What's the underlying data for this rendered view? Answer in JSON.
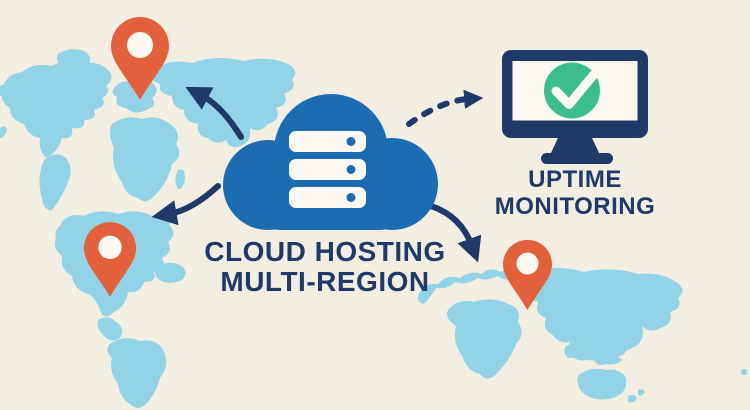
{
  "title": "Cloud Hosting Multi-Region infographic",
  "colors": {
    "bg": "#F3EEE2",
    "map": "#92D3E8",
    "cloud": "#1C6CB2",
    "navy": "#1F3969",
    "orange": "#E2613C",
    "green": "#3CBD8D",
    "white": "#FBF9F2"
  },
  "cloud": {
    "icon": "cloud-server-icon",
    "line1": "CLOUD HOSTING",
    "line2": "MULTI-REGION",
    "server_slots": 3
  },
  "monitor": {
    "icon": "monitor-icon",
    "status_icon": "check-circle-icon",
    "line1": "UPTIME",
    "line2": "MONITORING"
  },
  "pins": [
    {
      "id": "pin-north",
      "icon": "location-pin-icon",
      "area": "top-left map"
    },
    {
      "id": "pin-west",
      "icon": "location-pin-icon",
      "area": "bottom-left map (Americas)"
    },
    {
      "id": "pin-east",
      "icon": "location-pin-icon",
      "area": "bottom-right map (Eurasia)"
    }
  ],
  "arrows": [
    {
      "id": "arrow-to-north-pin",
      "from": "cloud",
      "to": "pin-north",
      "style": "solid"
    },
    {
      "id": "arrow-to-west-pin",
      "from": "cloud",
      "to": "pin-west",
      "style": "solid"
    },
    {
      "id": "arrow-to-east-pin",
      "from": "cloud",
      "to": "pin-east",
      "style": "solid"
    },
    {
      "id": "arrow-to-monitor",
      "from": "cloud",
      "to": "monitor",
      "style": "dashed"
    }
  ],
  "background": {
    "decoration": "world-map-silhouettes"
  }
}
